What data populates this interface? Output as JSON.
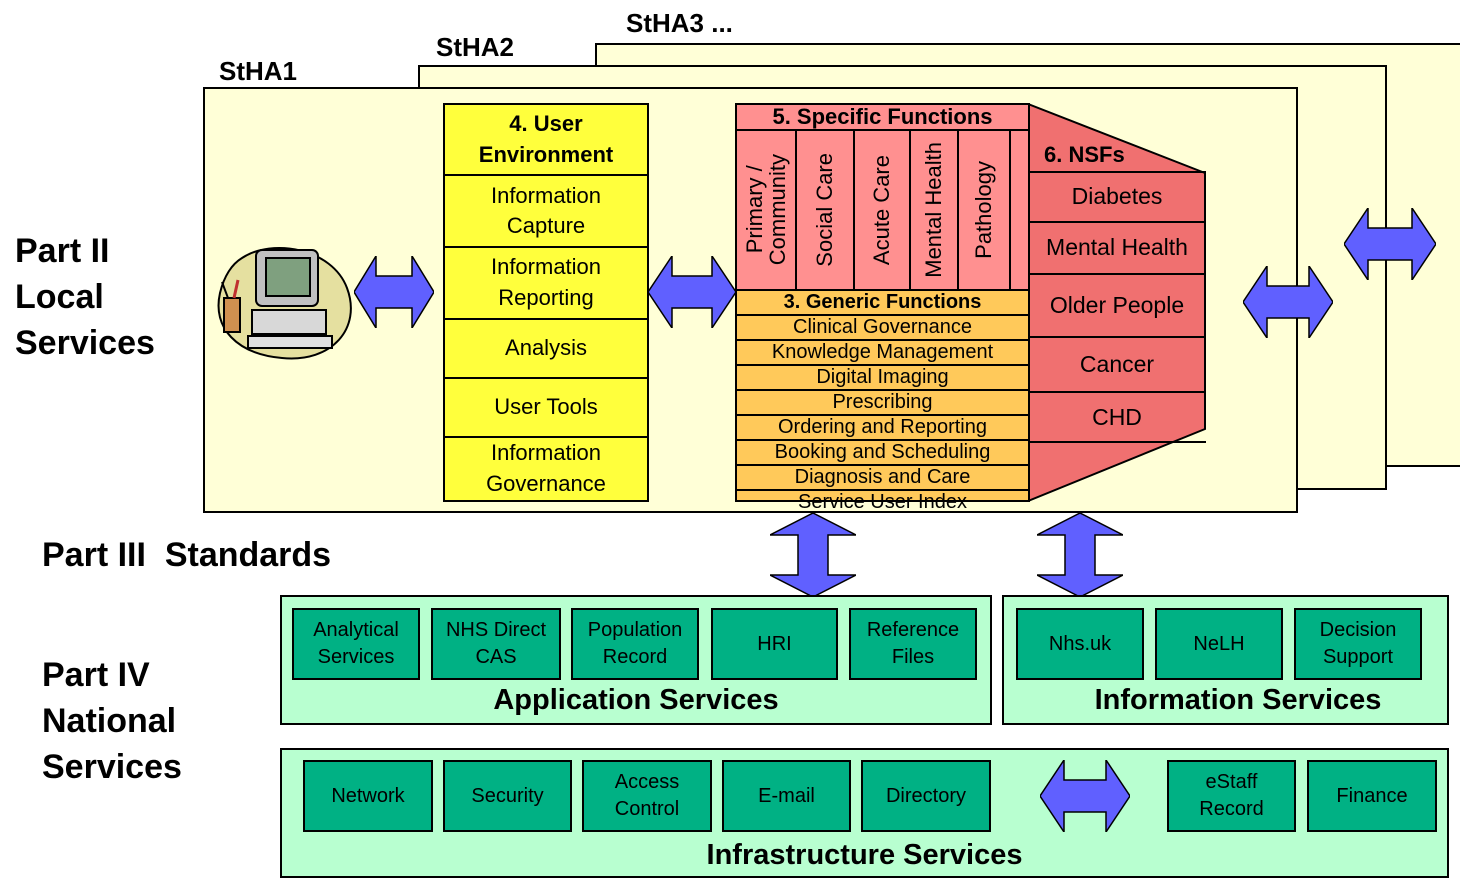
{
  "stha_labels": [
    "StHA1",
    "StHA2",
    "StHA3 ..."
  ],
  "parts": {
    "part2": [
      "Part II",
      "Local",
      "Services"
    ],
    "part3": "Part III  Standards",
    "part4": [
      "Part IV",
      "National",
      "Services"
    ]
  },
  "user_environment": {
    "title": [
      "4. User",
      "Environment"
    ],
    "items": [
      [
        "Information",
        "Capture"
      ],
      [
        "Information",
        "Reporting"
      ],
      [
        "Analysis"
      ],
      [
        "User Tools"
      ],
      [
        "Information",
        "Governance"
      ]
    ]
  },
  "specific_functions": {
    "title": "5. Specific Functions",
    "columns": [
      [
        "Primary /",
        "Community"
      ],
      [
        "Social Care"
      ],
      [
        "Acute Care"
      ],
      [
        "Mental Health"
      ],
      [
        "Pathology"
      ],
      [
        ""
      ]
    ]
  },
  "generic_functions": {
    "title": "3. Generic Functions",
    "items": [
      "Clinical Governance",
      "Knowledge Management",
      "Digital Imaging",
      "Prescribing",
      "Ordering and Reporting",
      "Booking and Scheduling",
      "Diagnosis and Care",
      "Service User Index"
    ]
  },
  "nsfs": {
    "title": "6. NSFs",
    "items": [
      "Diabetes",
      "Mental Health",
      "Older People",
      "Cancer",
      "CHD"
    ]
  },
  "application_services": {
    "label": "Application Services",
    "boxes": [
      [
        "Analytical",
        "Services"
      ],
      [
        "NHS Direct",
        "CAS"
      ],
      [
        "Population",
        "Record"
      ],
      [
        "HRI"
      ],
      [
        "Reference",
        "Files"
      ]
    ]
  },
  "information_services": {
    "label": "Information Services",
    "boxes": [
      [
        "Nhs.uk"
      ],
      [
        "NeLH"
      ],
      [
        "Decision",
        "Support"
      ]
    ]
  },
  "infrastructure_services": {
    "label": "Infrastructure Services",
    "boxes": [
      [
        "Network"
      ],
      [
        "Security"
      ],
      [
        "Access",
        "Control"
      ],
      [
        "E-mail"
      ],
      [
        "Directory"
      ],
      [
        "eStaff",
        "Record"
      ],
      [
        "Finance"
      ]
    ]
  },
  "colors": {
    "panel": "#ffffd7",
    "user_env": "#ffff3c",
    "specific": "#ff9090",
    "generic": "#ffc95a",
    "green_panel": "#b8ffd0",
    "green_box": "#00b184",
    "arrow": "#6060ff"
  },
  "icons": {
    "computer": "computer-icon",
    "arrow": "double-arrow-icon"
  }
}
